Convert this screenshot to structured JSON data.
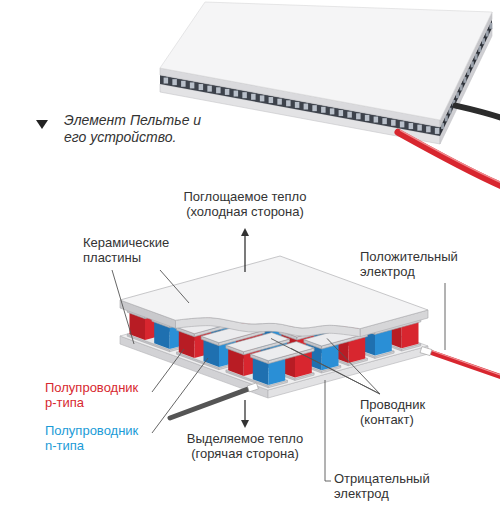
{
  "diagram": {
    "caption": "Элемент Пельтье и его устройство.",
    "labels": [
      "Поглощаемое тепло (холодная сторона)",
      "Керамические пластины",
      "Положительный электрод",
      "Полупроводник p-типа",
      "Полупроводник n-типа",
      "Проводник (контакт)",
      "Выделяемое тепло (горячая сторона)",
      "Отрицательный электрод"
    ]
  }
}
